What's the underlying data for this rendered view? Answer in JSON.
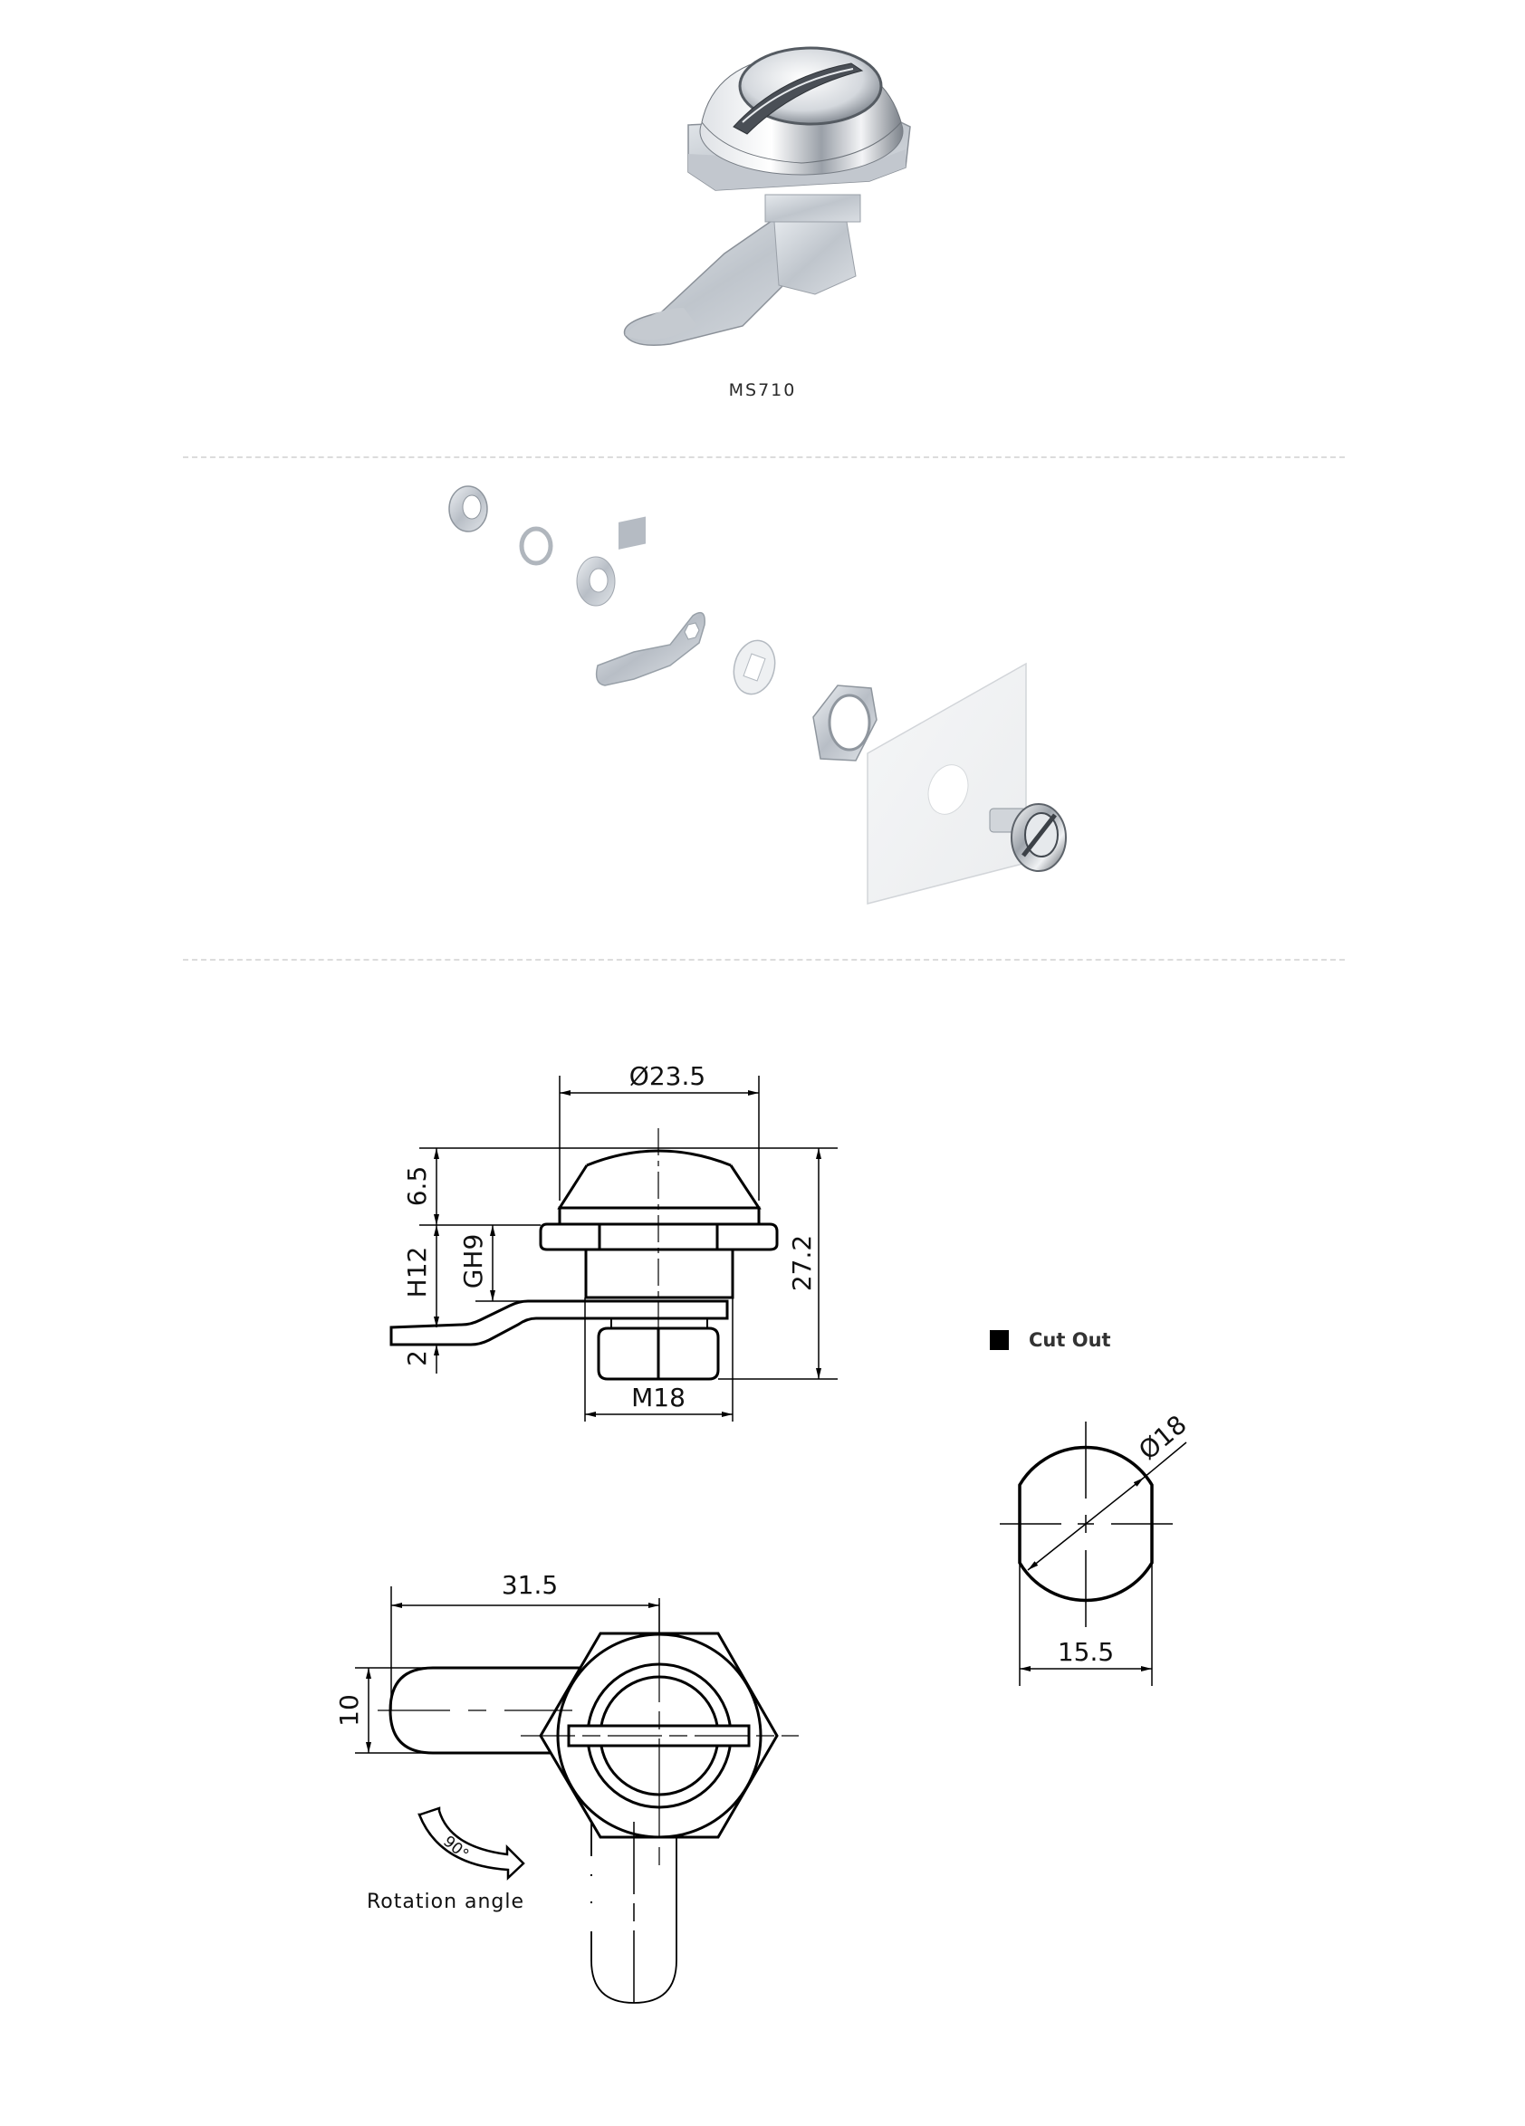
{
  "product": {
    "model": "MS710",
    "caption": "MS710",
    "colors": {
      "chrome_light": "#f2f3f5",
      "chrome_mid": "#b9bec6",
      "chrome_dark": "#5b6068",
      "zinc": "#cfd4da"
    }
  },
  "exploded_view": {
    "parts": [
      "hex-nut",
      "spring-washer",
      "flat-washer",
      "cam",
      "square-washer",
      "panel-nut",
      "panel",
      "lock-body"
    ]
  },
  "side_view": {
    "dimensions": {
      "head_diameter": "Ø23.5",
      "head_height": "6.5",
      "grip_h": "H12",
      "grip_g": "GH9",
      "cam_thickness": "2",
      "overall_height": "27.2",
      "thread": "M18"
    }
  },
  "top_view": {
    "dimensions": {
      "cam_length": "31.5",
      "cam_width": "10"
    },
    "rotation": {
      "angle": "90°",
      "label": "Rotation angle"
    }
  },
  "cutout": {
    "legend_label": "Cut Out",
    "dimensions": {
      "diameter": "Ø18",
      "flat_width": "15.5"
    }
  },
  "colors": {
    "line": "#000000",
    "divider": "#dcdcdc",
    "text": "#222222"
  }
}
